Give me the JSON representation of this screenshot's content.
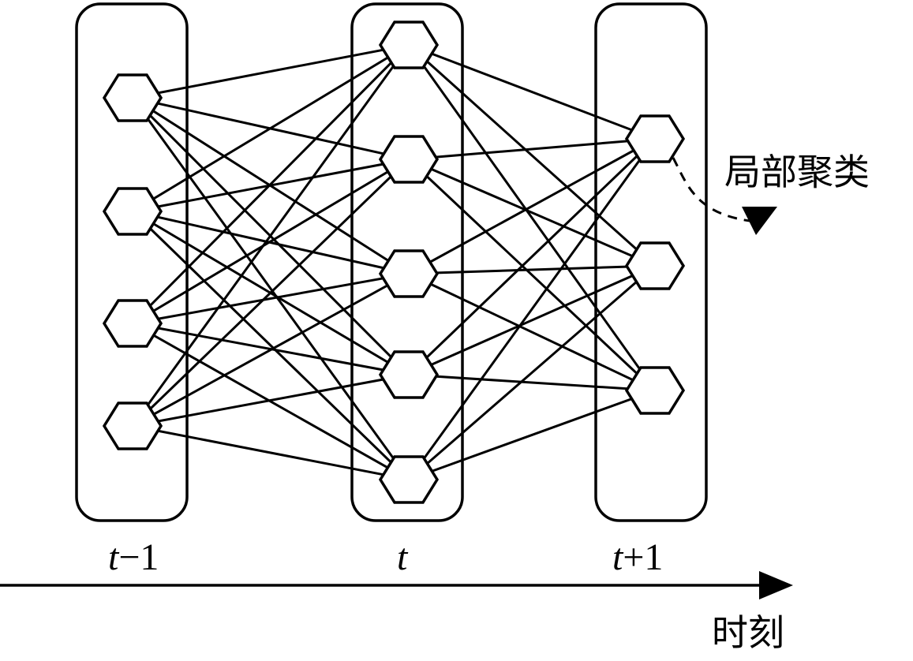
{
  "layers": [
    {
      "id": "t-minus-1",
      "label_var": "t",
      "label_rest": "−1",
      "node_count": 4
    },
    {
      "id": "t",
      "label_var": "t",
      "label_rest": "",
      "node_count": 5
    },
    {
      "id": "t-plus-1",
      "label_var": "t",
      "label_rest": "+1",
      "node_count": 3
    }
  ],
  "annotation": {
    "text": "局部聚类"
  },
  "time_axis": {
    "label": "时刻"
  },
  "connectivity": "fully-connected-between-adjacent-layers",
  "colors": {
    "stroke": "#000000",
    "background": "#ffffff"
  }
}
